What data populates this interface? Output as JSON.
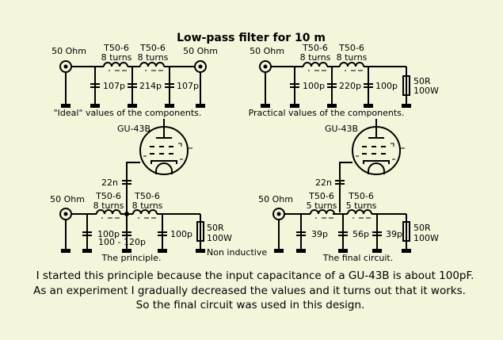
{
  "title": "Low-pass filter for 10 m",
  "colors": {
    "background": "#f5f5dc",
    "ink": "#000000"
  },
  "circuits": {
    "ideal": {
      "input_label": "50 Ohm",
      "output_label": "50 Ohm",
      "inductors": [
        {
          "core": "T50-6",
          "turns": "8 turns"
        },
        {
          "core": "T50-6",
          "turns": "8 turns"
        }
      ],
      "capacitors": [
        "107p",
        "214p",
        "107p"
      ],
      "caption": "\"Ideal\" values of the components."
    },
    "practical": {
      "input_label": "50 Ohm",
      "inductors": [
        {
          "core": "T50-6",
          "turns": "8 turns"
        },
        {
          "core": "T50-6",
          "turns": "8 turns"
        }
      ],
      "capacitors": [
        "100p",
        "220p",
        "100p"
      ],
      "load": {
        "value": "50R",
        "power": "100W"
      },
      "caption": "Practical values of the components."
    },
    "principle": {
      "tube": "GU-43B",
      "coupling_cap": "22n",
      "input_label": "50 Ohm",
      "inductors": [
        {
          "core": "T50-6",
          "turns": "8 turns"
        },
        {
          "core": "T50-6",
          "turns": "8 turns"
        }
      ],
      "capacitors": [
        "100p",
        "100 - 120p",
        "100p"
      ],
      "cap_mid_top": "100p",
      "cap_mid_bottom": "100 - 120p",
      "load": {
        "value": "50R",
        "power": "100W",
        "note": "Non inductive"
      },
      "caption": "The principle."
    },
    "final": {
      "tube": "GU-43B",
      "coupling_cap": "22n",
      "input_label": "50 Ohm",
      "inductors": [
        {
          "core": "T50-6",
          "turns": "5 turns"
        },
        {
          "core": "T50-6",
          "turns": "5 turns"
        }
      ],
      "capacitors": [
        "39p",
        "56p",
        "39p"
      ],
      "load": {
        "value": "50R",
        "power": "100W"
      },
      "caption": "The final circuit."
    }
  },
  "description": [
    "I started this principle because the input capacitance of a GU-43B is about 100pF.",
    "As an experiment I gradually decreased the values and it turns out that it works.",
    "So the final circuit was used in this design."
  ]
}
